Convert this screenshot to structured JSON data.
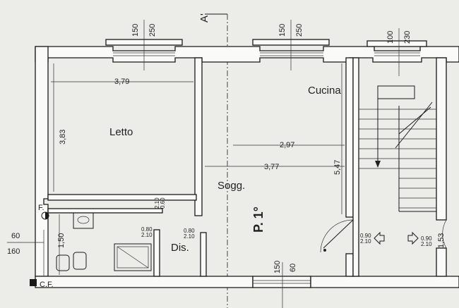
{
  "rooms": {
    "letto": "Letto",
    "cucina": "Cucina",
    "sogg": "Sogg.",
    "dis": "Dis."
  },
  "floor_label": "P. 1°",
  "section_label": "A'",
  "symbols": {
    "f_label": "F.",
    "cf_label": "C.F."
  },
  "dimensions": {
    "letto_width": "3,79",
    "letto_depth": "3,83",
    "cucina_width": "2,97",
    "sogg_width": "3,77",
    "sogg_depth": "5,47",
    "bath_depth": "1,50",
    "door_lower": "1,53"
  },
  "windows": [
    {
      "w": "150",
      "h": "250"
    },
    {
      "w": "150",
      "h": "250"
    },
    {
      "w": "100",
      "h": "230"
    },
    {
      "w": "150",
      "h": "60"
    }
  ],
  "side_dims": {
    "upper": "60",
    "lower": "160"
  },
  "openings": {
    "a_top": "0.80",
    "a_bot": "2.10",
    "b_top": "0.80",
    "b_bot": "2.10",
    "c_top": "0.90",
    "c_bot": "2.10",
    "d_top": "0.90",
    "d_bot": "2.10",
    "v_top": "0.60",
    "v_bot": "2.10"
  }
}
